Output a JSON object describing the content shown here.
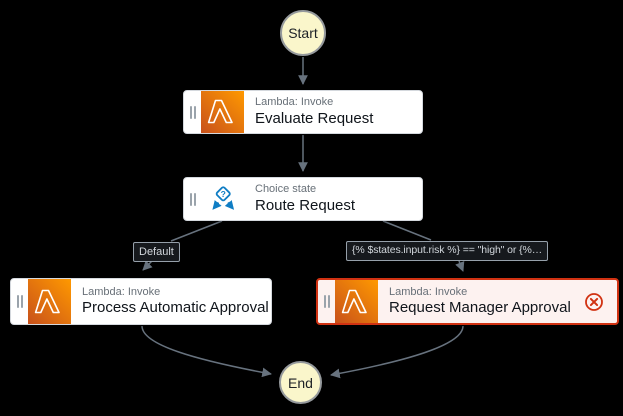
{
  "workflow": {
    "nodes": {
      "start": {
        "label": "Start"
      },
      "end": {
        "label": "End"
      },
      "evaluate_request": {
        "type": "Lambda: Invoke",
        "name": "Evaluate Request"
      },
      "route_request": {
        "type": "Choice state",
        "name": "Route Request"
      },
      "process_automatic_approval": {
        "type": "Lambda: Invoke",
        "name": "Process Automatic Approval"
      },
      "request_manager_approval": {
        "type": "Lambda: Invoke",
        "name": "Request Manager Approval",
        "status": "error"
      }
    },
    "edges": {
      "default_label": "Default",
      "condition_label": "{% $states.input.risk %} == \"high\" or {%…"
    }
  },
  "icons": {
    "lambda_icon": "λ",
    "choice_icon": "◇?",
    "error_icon": "⊗",
    "drag_handle_icon": "||"
  },
  "colors": {
    "canvas_background": "#000000",
    "lambda_gradient_start": "#FF9900",
    "lambda_gradient_end": "#C8511B",
    "choice_blue": "#0F7DC4",
    "error_red": "#D13212",
    "error_box_background": "#FDF2F0",
    "terminal_node_fill": "#FAF6CB",
    "edge_gray": "#67727E"
  }
}
